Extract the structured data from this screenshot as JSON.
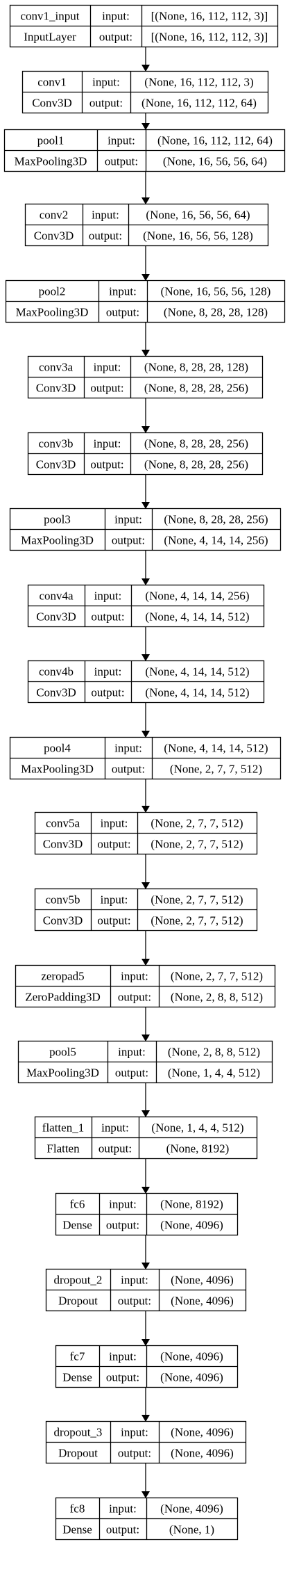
{
  "colors": {
    "stroke": "#000000",
    "text": "#000000",
    "background": "#ffffff"
  },
  "layers": [
    {
      "name": "conv1_input",
      "type": "InputLayer",
      "input_label": "input:",
      "output_label": "output:",
      "input": "[(None, 16, 112, 112, 3)]",
      "output": "[(None, 16, 112, 112, 3)]"
    },
    {
      "name": "conv1",
      "type": "Conv3D",
      "input_label": "input:",
      "output_label": "output:",
      "input": "(None, 16, 112, 112, 3)",
      "output": "(None, 16, 112, 112, 64)"
    },
    {
      "name": "pool1",
      "type": "MaxPooling3D",
      "input_label": "input:",
      "output_label": "output:",
      "input": "(None, 16, 112, 112, 64)",
      "output": "(None, 16, 56, 56, 64)"
    },
    {
      "name": "conv2",
      "type": "Conv3D",
      "input_label": "input:",
      "output_label": "output:",
      "input": "(None, 16, 56, 56, 64)",
      "output": "(None, 16, 56, 56, 128)"
    },
    {
      "name": "pool2",
      "type": "MaxPooling3D",
      "input_label": "input:",
      "output_label": "output:",
      "input": "(None, 16, 56, 56, 128)",
      "output": "(None, 8, 28, 28, 128)"
    },
    {
      "name": "conv3a",
      "type": "Conv3D",
      "input_label": "input:",
      "output_label": "output:",
      "input": "(None, 8, 28, 28, 128)",
      "output": "(None, 8, 28, 28, 256)"
    },
    {
      "name": "conv3b",
      "type": "Conv3D",
      "input_label": "input:",
      "output_label": "output:",
      "input": "(None, 8, 28, 28, 256)",
      "output": "(None, 8, 28, 28, 256)"
    },
    {
      "name": "pool3",
      "type": "MaxPooling3D",
      "input_label": "input:",
      "output_label": "output:",
      "input": "(None, 8, 28, 28, 256)",
      "output": "(None, 4, 14, 14, 256)"
    },
    {
      "name": "conv4a",
      "type": "Conv3D",
      "input_label": "input:",
      "output_label": "output:",
      "input": "(None, 4, 14, 14, 256)",
      "output": "(None, 4, 14, 14, 512)"
    },
    {
      "name": "conv4b",
      "type": "Conv3D",
      "input_label": "input:",
      "output_label": "output:",
      "input": "(None, 4, 14, 14, 512)",
      "output": "(None, 4, 14, 14, 512)"
    },
    {
      "name": "pool4",
      "type": "MaxPooling3D",
      "input_label": "input:",
      "output_label": "output:",
      "input": "(None, 4, 14, 14, 512)",
      "output": "(None, 2, 7, 7, 512)"
    },
    {
      "name": "conv5a",
      "type": "Conv3D",
      "input_label": "input:",
      "output_label": "output:",
      "input": "(None, 2, 7, 7, 512)",
      "output": "(None, 2, 7, 7, 512)"
    },
    {
      "name": "conv5b",
      "type": "Conv3D",
      "input_label": "input:",
      "output_label": "output:",
      "input": "(None, 2, 7, 7, 512)",
      "output": "(None, 2, 7, 7, 512)"
    },
    {
      "name": "zeropad5",
      "type": "ZeroPadding3D",
      "input_label": "input:",
      "output_label": "output:",
      "input": "(None, 2, 7, 7, 512)",
      "output": "(None, 2, 8, 8, 512)"
    },
    {
      "name": "pool5",
      "type": "MaxPooling3D",
      "input_label": "input:",
      "output_label": "output:",
      "input": "(None, 2, 8, 8, 512)",
      "output": "(None, 1, 4, 4, 512)"
    },
    {
      "name": "flatten_1",
      "type": "Flatten",
      "input_label": "input:",
      "output_label": "output:",
      "input": "(None, 1, 4, 4, 512)",
      "output": "(None, 8192)"
    },
    {
      "name": "fc6",
      "type": "Dense",
      "input_label": "input:",
      "output_label": "output:",
      "input": "(None, 8192)",
      "output": "(None, 4096)"
    },
    {
      "name": "dropout_2",
      "type": "Dropout",
      "input_label": "input:",
      "output_label": "output:",
      "input": "(None, 4096)",
      "output": "(None, 4096)"
    },
    {
      "name": "fc7",
      "type": "Dense",
      "input_label": "input:",
      "output_label": "output:",
      "input": "(None, 4096)",
      "output": "(None, 4096)"
    },
    {
      "name": "dropout_3",
      "type": "Dropout",
      "input_label": "input:",
      "output_label": "output:",
      "input": "(None, 4096)",
      "output": "(None, 4096)"
    },
    {
      "name": "fc8",
      "type": "Dense",
      "input_label": "input:",
      "output_label": "output:",
      "input": "(None, 4096)",
      "output": "(None, 1)"
    }
  ]
}
